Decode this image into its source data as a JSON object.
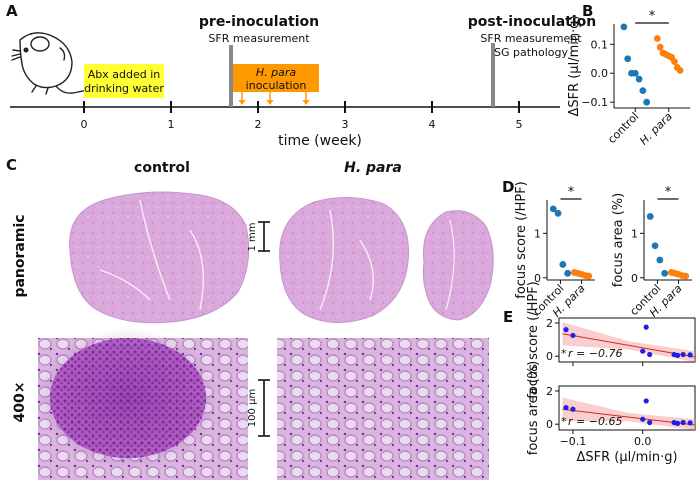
{
  "panels": {
    "A": "A",
    "B": "B",
    "C": "C",
    "D": "D",
    "E": "E"
  },
  "timeline": {
    "xlabel": "time (week)",
    "ticks": [
      "0",
      "1",
      "2",
      "3",
      "4",
      "5"
    ],
    "abx_line1": "Abx added in",
    "abx_line2": "drinking water",
    "hpara_line1": "H. para",
    "hpara_line2": "inoculation",
    "pre_title": "pre-inoculation",
    "pre_sub": "SFR measurement",
    "post_title": "post-inoculation",
    "post_sub1": "SFR measurement",
    "post_sub2": "SG pathology",
    "colors": {
      "abx": "#ffff33",
      "hpara": "#ff9900",
      "marker": "#888888"
    }
  },
  "histology": {
    "col_control": "control",
    "col_hpara": "H. para",
    "row_panoramic": "panoramic",
    "row_400x": "400×",
    "scale_panoramic": "1 mm",
    "scale_400x": "100 μm"
  },
  "colors": {
    "control": "#1f77b4",
    "hpara": "#ff7f0e",
    "fit": "#d62728",
    "band": "#f4a6a6",
    "points": "#1f1fe6"
  },
  "chart_data": [
    {
      "type": "scatter",
      "panel": "B",
      "ylabel": "ΔSFR (μl/min·g)",
      "categories": [
        "control",
        "H. para"
      ],
      "yticks": [
        "−0.1",
        "0.0",
        "0.1"
      ],
      "ylim": [
        -0.12,
        0.17
      ],
      "significance": "*",
      "series": [
        {
          "name": "control",
          "values": [
            0.16,
            0.05,
            0.0,
            0.0,
            -0.02,
            -0.06,
            -0.1
          ]
        },
        {
          "name": "H. para",
          "values": [
            0.12,
            0.09,
            0.07,
            0.065,
            0.06,
            0.055,
            0.04,
            0.02,
            0.01
          ]
        }
      ]
    },
    {
      "type": "scatter",
      "panel": "D-left",
      "ylabel": "focus score (/HPF)",
      "categories": [
        "control",
        "H. para"
      ],
      "yticks": [
        "0",
        "1"
      ],
      "ylim": [
        -0.05,
        1.75
      ],
      "significance": "*",
      "series": [
        {
          "name": "control",
          "values": [
            1.55,
            1.45,
            0.3,
            0.1
          ]
        },
        {
          "name": "H. para",
          "values": [
            0.12,
            0.1,
            0.08,
            0.05,
            0.04
          ]
        }
      ]
    },
    {
      "type": "scatter",
      "panel": "D-right",
      "ylabel": "focus area (%)",
      "categories": [
        "control",
        "H. para"
      ],
      "yticks": [
        "0",
        "1"
      ],
      "ylim": [
        -0.05,
        1.75
      ],
      "significance": "*",
      "series": [
        {
          "name": "control",
          "values": [
            1.38,
            0.72,
            0.4,
            0.1
          ]
        },
        {
          "name": "H. para",
          "values": [
            0.12,
            0.1,
            0.08,
            0.05,
            0.04
          ]
        }
      ]
    },
    {
      "type": "scatter",
      "panel": "E-top",
      "ylabel": "focus score (/HPF)",
      "annotation": "r = −0.76",
      "annotation_mark": "*",
      "yticks": [
        "0",
        "2"
      ],
      "ylim": [
        -0.35,
        2.3
      ],
      "xlim": [
        -0.12,
        0.075
      ],
      "fit": {
        "x": [
          -0.115,
          0.075
        ],
        "y": [
          1.35,
          -0.05
        ]
      },
      "points": [
        {
          "x": -0.11,
          "y": 1.6
        },
        {
          "x": -0.1,
          "y": 1.25
        },
        {
          "x": 0.0,
          "y": 0.3
        },
        {
          "x": 0.005,
          "y": 1.75
        },
        {
          "x": 0.01,
          "y": 0.1
        },
        {
          "x": 0.045,
          "y": 0.1
        },
        {
          "x": 0.05,
          "y": 0.05
        },
        {
          "x": 0.058,
          "y": 0.1
        },
        {
          "x": 0.068,
          "y": 0.08
        }
      ]
    },
    {
      "type": "scatter",
      "panel": "E-bottom",
      "ylabel": "focus area (%)",
      "xlabel": "ΔSFR (μl/min·g)",
      "annotation": "r = −0.65",
      "annotation_mark": "*",
      "yticks": [
        "0",
        "2"
      ],
      "xticks": [
        "−0.1",
        "0.0"
      ],
      "ylim": [
        -0.35,
        2.3
      ],
      "xlim": [
        -0.12,
        0.075
      ],
      "fit": {
        "x": [
          -0.115,
          0.075
        ],
        "y": [
          0.9,
          -0.05
        ]
      },
      "points": [
        {
          "x": -0.11,
          "y": 1.0
        },
        {
          "x": -0.1,
          "y": 0.9
        },
        {
          "x": 0.0,
          "y": 0.3
        },
        {
          "x": 0.005,
          "y": 1.4
        },
        {
          "x": 0.01,
          "y": 0.1
        },
        {
          "x": 0.045,
          "y": 0.1
        },
        {
          "x": 0.05,
          "y": 0.05
        },
        {
          "x": 0.058,
          "y": 0.1
        },
        {
          "x": 0.068,
          "y": 0.08
        }
      ]
    }
  ]
}
